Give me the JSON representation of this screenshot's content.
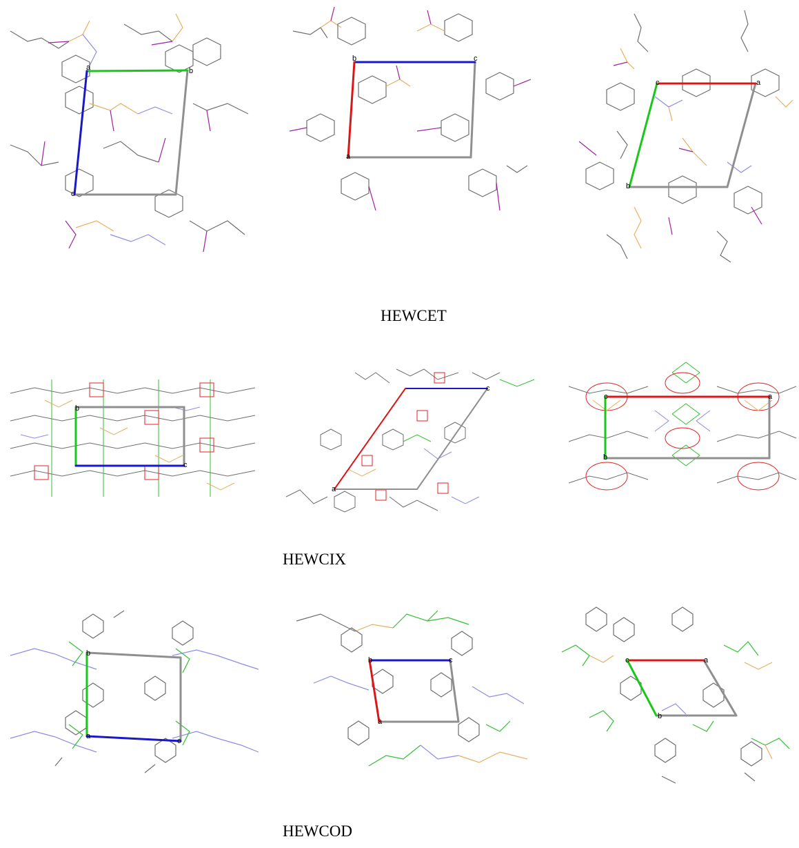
{
  "figure": {
    "rows": [
      {
        "caption": "HEWCET",
        "panels": [
          {
            "axis_labels": {
              "origin": "a",
              "end1": "b",
              "end2": "c"
            }
          },
          {
            "axis_labels": {
              "origin": "b",
              "end1": "c",
              "end2": "a"
            }
          },
          {
            "axis_labels": {
              "origin": "c",
              "end1": "a",
              "end2": "b"
            }
          }
        ]
      },
      {
        "caption": "HEWCIX",
        "panels": [
          {
            "axis_labels": {
              "origin": "b",
              "end1": "c",
              "end2": ""
            }
          },
          {
            "axis_labels": {
              "origin": "c",
              "end1": "a",
              "end2": ""
            }
          },
          {
            "axis_labels": {
              "origin": "c",
              "end1": "a",
              "end2": "b"
            }
          }
        ]
      },
      {
        "caption": "HEWCOD",
        "panels": [
          {
            "axis_labels": {
              "origin": "b",
              "end1": "a",
              "end2": "c"
            }
          },
          {
            "axis_labels": {
              "origin": "b",
              "end1": "c",
              "end2": "a"
            }
          },
          {
            "axis_labels": {
              "origin": "c",
              "end1": "a",
              "end2": "b"
            }
          }
        ]
      }
    ]
  },
  "colors": {
    "axis_a": "#d81818",
    "axis_b": "#18c818",
    "axis_c": "#1818c8",
    "cell_edge": "#8f8f8f",
    "carbon": "#6e6e6e",
    "nitrogen": "#8c8ce6",
    "oxygen": "#e02020",
    "phosphorus": "#e6b060",
    "iodine": "#a020a0",
    "chlorine": "#30c030"
  }
}
